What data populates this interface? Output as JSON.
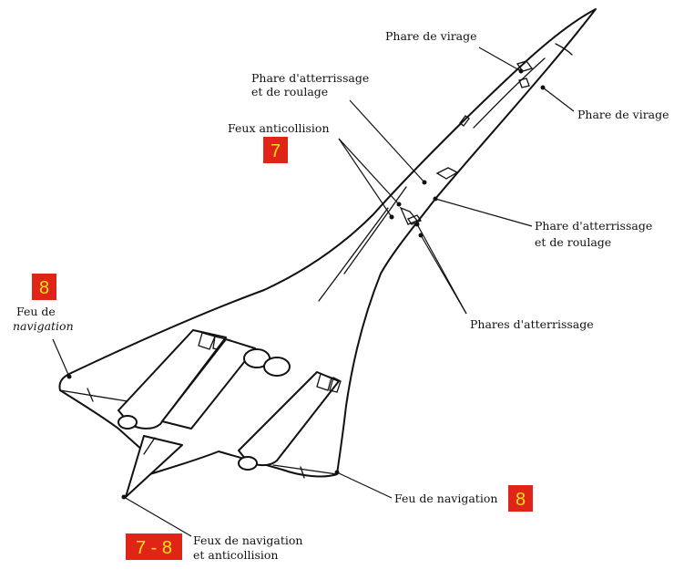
{
  "badge_color": "#e02418",
  "badge_text_color": "#f6e21a",
  "labels": {
    "phare_virage_top": "Phare de virage",
    "phare_virage_right": "Phare de virage",
    "phare_atterrissage_roulage_top_1": "Phare d'atterrissage",
    "phare_atterrissage_roulage_top_2": "et de roulage",
    "feux_anticollision": "Feux anticollision",
    "phare_atterrissage_roulage_right_1": "Phare  d'atterrissage",
    "phare_atterrissage_roulage_right_2": "et de roulage",
    "phares_atterrissage": "Phares d'atterrissage",
    "feu_navigation_left_1": "Feu de",
    "feu_navigation_left_2": "navigation",
    "feu_navigation_bottom": "Feu de navigation",
    "feux_navigation_anticollision_1": "Feux de navigation",
    "feux_navigation_anticollision_2": "et anticollision"
  },
  "badges": {
    "anticollision": "7",
    "navigation_left": "8",
    "navigation_right": "8",
    "tail": "7 - 8"
  }
}
